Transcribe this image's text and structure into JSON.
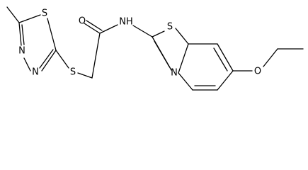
{
  "molecule": {
    "atoms": [
      {
        "id": "S_ring1",
        "label": "S"
      },
      {
        "id": "N_ring1a",
        "label": "N"
      },
      {
        "id": "N_ring1b",
        "label": "N"
      },
      {
        "id": "S_thio",
        "label": "S"
      },
      {
        "id": "O_carbonyl",
        "label": "O"
      },
      {
        "id": "N_amide",
        "label": "NH"
      },
      {
        "id": "S_ring2",
        "label": "S"
      },
      {
        "id": "N_ring2",
        "label": "N"
      },
      {
        "id": "O_ether",
        "label": "O"
      }
    ]
  }
}
